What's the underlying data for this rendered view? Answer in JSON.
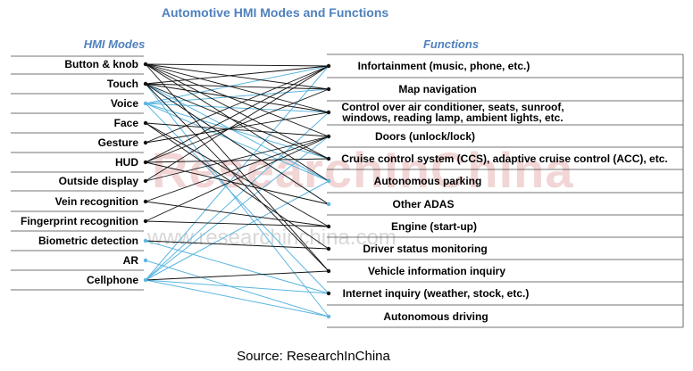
{
  "title": "Automotive HMI Modes and Functions",
  "left_header": "HMI Modes",
  "right_header": "Functions",
  "modes": [
    "Button & knob",
    "Touch",
    "Voice",
    "Face",
    "Gesture",
    "HUD",
    "Outside display",
    "Vein recognition",
    "Fingerprint recognition",
    "Biometric detection",
    "AR",
    "Cellphone"
  ],
  "functions": [
    [
      "Infortainment (music, phone, etc.)"
    ],
    [
      "Map navigation"
    ],
    [
      "Control over air conditioner, seats, sunroof,",
      "windows, reading lamp, ambient lights, etc."
    ],
    [
      "Doors (unlock/lock)"
    ],
    [
      "Cruise control system (CCS), adaptive cruise control (ACC), etc."
    ],
    [
      "Autonomous parking"
    ],
    [
      "Other ADAS"
    ],
    [
      "Engine (start-up)"
    ],
    [
      "Driver status monitoring"
    ],
    [
      "Vehicle information inquiry"
    ],
    [
      "Internet inquiry (weather, stock, etc.)"
    ],
    [
      "Autonomous driving"
    ]
  ],
  "watermark": "ResearchInChina",
  "watermark_url": "www.researchinchina.com",
  "source": "Source: ResearchInChina",
  "colors": {
    "black_line": "#111111",
    "blue_line": "#5bb6e0",
    "title": "#4f81bd",
    "watermark": "#e8b4b4"
  },
  "connections_black": [
    [
      0,
      0
    ],
    [
      0,
      1
    ],
    [
      0,
      2
    ],
    [
      0,
      3
    ],
    [
      0,
      4
    ],
    [
      0,
      5
    ],
    [
      0,
      9
    ],
    [
      1,
      0
    ],
    [
      1,
      1
    ],
    [
      1,
      2
    ],
    [
      1,
      4
    ],
    [
      1,
      6
    ],
    [
      1,
      9
    ],
    [
      3,
      3
    ],
    [
      3,
      8
    ],
    [
      3,
      7
    ],
    [
      4,
      0
    ],
    [
      4,
      2
    ],
    [
      5,
      0
    ],
    [
      5,
      1
    ],
    [
      5,
      4
    ],
    [
      5,
      6
    ],
    [
      6,
      3
    ],
    [
      6,
      0
    ],
    [
      7,
      3
    ],
    [
      7,
      7
    ],
    [
      8,
      3
    ],
    [
      8,
      7
    ],
    [
      9,
      8
    ],
    [
      11,
      9
    ]
  ],
  "connections_blue": [
    [
      1,
      5
    ],
    [
      1,
      6
    ],
    [
      1,
      11
    ],
    [
      2,
      0
    ],
    [
      2,
      1
    ],
    [
      2,
      2
    ],
    [
      2,
      4
    ],
    [
      2,
      5
    ],
    [
      2,
      10
    ],
    [
      9,
      10
    ],
    [
      10,
      11
    ],
    [
      11,
      0
    ],
    [
      11,
      2
    ],
    [
      11,
      3
    ],
    [
      11,
      5
    ],
    [
      11,
      10
    ],
    [
      11,
      11
    ]
  ]
}
